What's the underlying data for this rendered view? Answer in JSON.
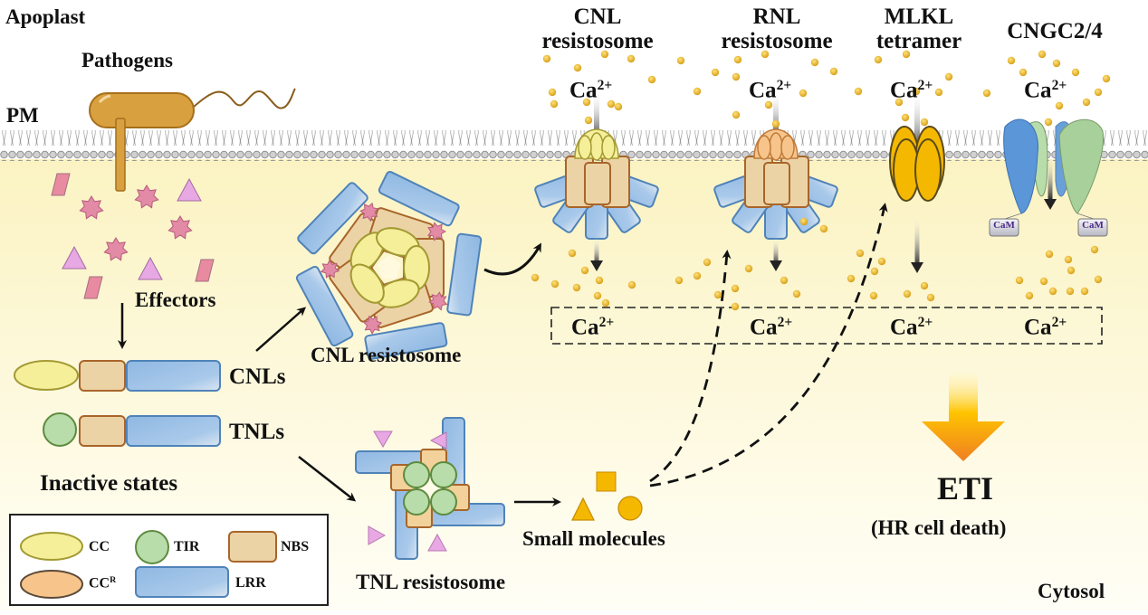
{
  "regions": {
    "apoplast": "Apoplast",
    "plasma_membrane": "PM",
    "cytosol": "Cytosol"
  },
  "pathogen": {
    "label": "Pathogens"
  },
  "effectors": {
    "label": "Effectors"
  },
  "inactive": {
    "cnl_label": "CNLs",
    "tnl_label": "TNLs",
    "caption": "Inactive states"
  },
  "cnl_resistosome": {
    "label": "CNL resistosome"
  },
  "tnl_resistosome": {
    "label": "TNL resistosome"
  },
  "small_molecules": {
    "label": "Small molecules"
  },
  "channels": [
    {
      "title_line1": "CNL",
      "title_line2": "resistosome",
      "ion": "Ca",
      "charge": "2+"
    },
    {
      "title_line1": "RNL",
      "title_line2": "resistosome",
      "ion": "Ca",
      "charge": "2+"
    },
    {
      "title_line1": "MLKL",
      "title_line2": "tetramer",
      "ion": "Ca",
      "charge": "2+"
    },
    {
      "title_line1": "CNGC2/4",
      "title_line2": "",
      "ion": "Ca",
      "charge": "2+"
    }
  ],
  "cytosolic_calcium": [
    {
      "ion": "Ca",
      "charge": "2+"
    },
    {
      "ion": "Ca",
      "charge": "2+"
    },
    {
      "ion": "Ca",
      "charge": "2+"
    },
    {
      "ion": "Ca",
      "charge": "2+"
    }
  ],
  "cam_labels": [
    "CaM",
    "CaM"
  ],
  "outcome": {
    "title": "ETI",
    "subtitle": "(HR cell death)"
  },
  "legend": {
    "items": [
      {
        "label": "CC",
        "sup": "",
        "shape": "ellipse",
        "color": "#f5ef9a"
      },
      {
        "label": "TIR",
        "sup": "",
        "shape": "circle",
        "color": "#b9dcab"
      },
      {
        "label": "NBS",
        "sup": "",
        "shape": "rounded-rect",
        "color": "#ecd3a6"
      },
      {
        "label": "CC",
        "sup": "R",
        "shape": "ellipse",
        "color": "#f7c58b"
      },
      {
        "label": "LRR",
        "sup": "",
        "shape": "rounded-rect",
        "color": "#9ec3e6"
      }
    ]
  },
  "colors": {
    "cytosol_bg": "#fdf7d2",
    "calcium": "#e0a91a",
    "pathogen": "#d9a040",
    "effector_star": "#e38aa6",
    "effector_triangle": "#e8a8e4",
    "lrr": "#9ec3e6",
    "nbs": "#ecd3a6",
    "cc": "#f5ef9a",
    "cc_r": "#f7c58b",
    "tir": "#b9dcab",
    "mlkl": "#f5b800",
    "arrow_eti_top": "#ffd200",
    "arrow_eti_bottom": "#f08a24"
  }
}
